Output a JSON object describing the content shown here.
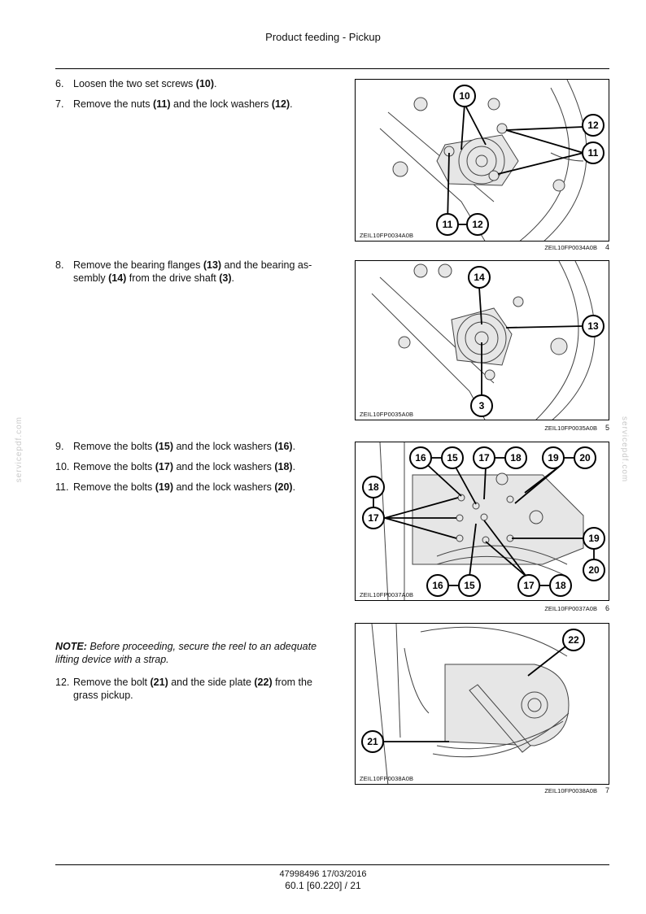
{
  "header": {
    "title": "Product feeding - Pickup"
  },
  "steps": [
    {
      "num": "6.",
      "parts": [
        [
          "Loosen the two set screws ",
          false
        ],
        [
          "(10)",
          true
        ],
        [
          ".",
          false
        ]
      ]
    },
    {
      "num": "7.",
      "parts": [
        [
          "Remove the nuts ",
          false
        ],
        [
          "(11)",
          true
        ],
        [
          " and the lock washers ",
          false
        ],
        [
          "(12)",
          true
        ],
        [
          ".",
          false
        ]
      ]
    },
    {
      "num": "8.",
      "parts": [
        [
          "Remove the bearing flanges ",
          false
        ],
        [
          "(13)",
          true
        ],
        [
          " and the bearing as-sembly ",
          false
        ],
        [
          "(14)",
          true
        ],
        [
          " from the drive shaft ",
          false
        ],
        [
          "(3)",
          true
        ],
        [
          ".",
          false
        ]
      ]
    },
    {
      "num": "9.",
      "parts": [
        [
          "Remove the bolts ",
          false
        ],
        [
          "(15)",
          true
        ],
        [
          " and the lock washers ",
          false
        ],
        [
          "(16)",
          true
        ],
        [
          ".",
          false
        ]
      ]
    },
    {
      "num": "10.",
      "parts": [
        [
          "Remove the bolts ",
          false
        ],
        [
          "(17)",
          true
        ],
        [
          " and the lock washers ",
          false
        ],
        [
          "(18)",
          true
        ],
        [
          ".",
          false
        ]
      ]
    },
    {
      "num": "11.",
      "parts": [
        [
          "Remove the bolts ",
          false
        ],
        [
          "(19)",
          true
        ],
        [
          " and the lock washers ",
          false
        ],
        [
          "(20)",
          true
        ],
        [
          ".",
          false
        ]
      ]
    },
    {
      "num": "12.",
      "parts": [
        [
          "Remove the bolt ",
          false
        ],
        [
          "(21)",
          true
        ],
        [
          " and the side plate ",
          false
        ],
        [
          "(22)",
          true
        ],
        [
          " from the grass pickup.",
          false
        ]
      ]
    }
  ],
  "note": {
    "label": "NOTE:",
    "text": " Before proceeding, secure the reel to an adequate lifting device with a strap."
  },
  "figures": [
    {
      "code": "ZEIL10FP0034A0B",
      "caption": "ZEIL10FP0034A0B",
      "number": "4",
      "callouts": [
        "10",
        "12",
        "11",
        "11",
        "12"
      ]
    },
    {
      "code": "ZEIL10FP0035A0B",
      "caption": "ZEIL10FP0035A0B",
      "number": "5",
      "callouts": [
        "14",
        "13",
        "3"
      ]
    },
    {
      "code": "ZEIL10FP0037A0B",
      "caption": "ZEIL10FP0037A0B",
      "number": "6",
      "callouts": [
        "16",
        "15",
        "17",
        "18",
        "19",
        "20",
        "18",
        "17",
        "19",
        "20",
        "16",
        "15",
        "17",
        "18"
      ]
    },
    {
      "code": "ZEIL10FP0038A0B",
      "caption": "ZEIL10FP0038A0B",
      "number": "7",
      "callouts": [
        "22",
        "21"
      ]
    }
  ],
  "watermark": "servicepdf.com",
  "footer": {
    "doc": "47998496 17/03/2016",
    "page": "60.1 [60.220] / 21"
  }
}
